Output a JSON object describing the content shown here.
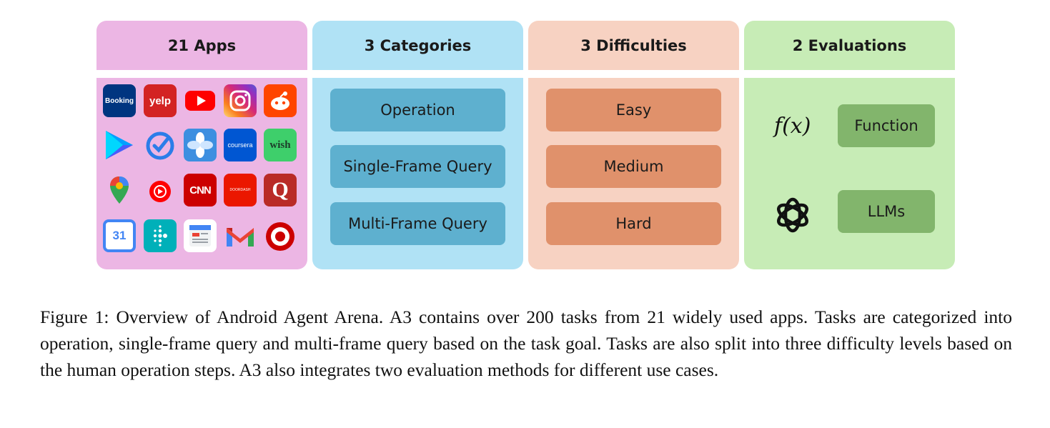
{
  "panels": {
    "apps": {
      "title": "21 Apps",
      "bg": "#ecb6e4"
    },
    "categories": {
      "title": "3 Categories",
      "bg": "#b0e2f5",
      "pill_bg": "#5eb0cf",
      "items": [
        "Operation",
        "Single-Frame Query",
        "Multi-Frame Query"
      ]
    },
    "difficulties": {
      "title": "3 Difficulties",
      "bg": "#f7d2c2",
      "pill_bg": "#e0916b",
      "items": [
        "Easy",
        "Medium",
        "Hard"
      ]
    },
    "evaluations": {
      "title": "2 Evaluations",
      "bg": "#c7ecb6",
      "btn_bg": "#82b56c",
      "function_symbol": "f(x)",
      "items": [
        "Function",
        "LLMs"
      ]
    }
  },
  "apps": [
    {
      "icon": "booking-icon",
      "label": "Booking"
    },
    {
      "icon": "yelp-icon",
      "label": "yelp"
    },
    {
      "icon": "youtube-icon",
      "label": ""
    },
    {
      "icon": "instagram-icon",
      "label": ""
    },
    {
      "icon": "reddit-icon",
      "label": ""
    },
    {
      "icon": "google-play-icon",
      "label": ""
    },
    {
      "icon": "tasks-check-icon",
      "label": ""
    },
    {
      "icon": "pinwheel-icon",
      "label": ""
    },
    {
      "icon": "coursera-icon",
      "label": "coursera"
    },
    {
      "icon": "wish-icon",
      "label": "wish"
    },
    {
      "icon": "google-maps-icon",
      "label": ""
    },
    {
      "icon": "youtube-music-icon",
      "label": ""
    },
    {
      "icon": "cnn-icon",
      "label": "CNN"
    },
    {
      "icon": "doordash-icon",
      "label": "DOORDASH"
    },
    {
      "icon": "quora-icon",
      "label": "Q"
    },
    {
      "icon": "google-calendar-icon",
      "label": "31"
    },
    {
      "icon": "fitbit-icon",
      "label": ""
    },
    {
      "icon": "google-news-icon",
      "label": ""
    },
    {
      "icon": "gmail-icon",
      "label": ""
    },
    {
      "icon": "target-icon",
      "label": ""
    }
  ],
  "caption": "Figure 1: Overview of Android Agent Arena. A3 contains over 200 tasks from 21 widely used apps. Tasks are categorized into operation, single-frame query and multi-frame query based on the task goal. Tasks are also split into three difficulty levels based on the human operation steps. A3 also integrates two evaluation methods for different use cases."
}
